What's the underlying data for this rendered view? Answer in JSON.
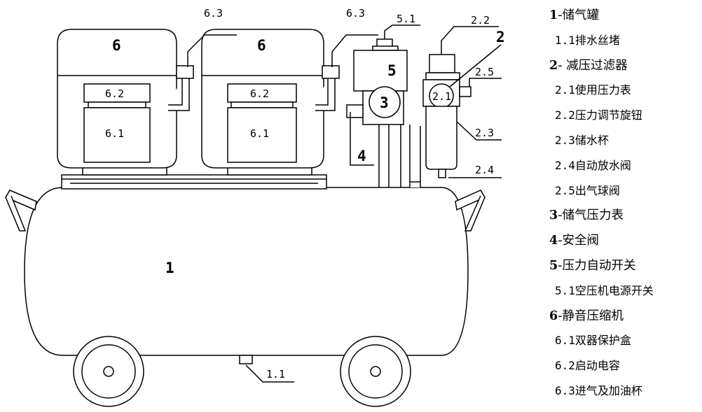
{
  "callouts": {
    "c63a": "6.3",
    "c63b": "6.3",
    "c51": "5.1",
    "c22": "2.2",
    "c2": "2",
    "c25": "2.5",
    "c23": "2.3",
    "c24": "2.4",
    "c11": "1.1"
  },
  "parts": {
    "comp_a_label": "6",
    "comp_b_label": "6",
    "cap_a": "6.2",
    "cap_b": "6.2",
    "box_a": "6.1",
    "box_b": "6.1",
    "switch": "5",
    "tank_gauge": "3",
    "valve": "4",
    "reg_gauge": "2.1",
    "tank": "1"
  },
  "legend": [
    {
      "num": "1",
      "sep": "-",
      "text": "储气罐",
      "level": "main"
    },
    {
      "num": "1.1",
      "sep": "",
      "text": "排水丝堵",
      "level": "sub"
    },
    {
      "num": "2",
      "sep": "- ",
      "text": "减压过滤器",
      "level": "main"
    },
    {
      "num": "2.1",
      "sep": "",
      "text": "使用压力表",
      "level": "sub"
    },
    {
      "num": "2.2",
      "sep": "",
      "text": "压力调节旋钮",
      "level": "sub"
    },
    {
      "num": "2.3",
      "sep": "",
      "text": "储水杯",
      "level": "sub"
    },
    {
      "num": "2.4",
      "sep": "",
      "text": "自动放水阀",
      "level": "sub"
    },
    {
      "num": "2.5",
      "sep": "",
      "text": "出气球阀",
      "level": "sub"
    },
    {
      "num": "3",
      "sep": "-",
      "text": "储气压力表",
      "level": "main"
    },
    {
      "num": "4",
      "sep": "-",
      "text": "安全阀",
      "level": "main"
    },
    {
      "num": "5",
      "sep": "-",
      "text": "压力自动开关",
      "level": "main"
    },
    {
      "num": "5.1",
      "sep": "",
      "text": "空压机电源开关",
      "level": "sub"
    },
    {
      "num": "6",
      "sep": "-",
      "text": "静音压缩机",
      "level": "main"
    },
    {
      "num": "6.1",
      "sep": "",
      "text": "双器保护盒",
      "level": "sub"
    },
    {
      "num": "6.2",
      "sep": "",
      "text": "启动电容",
      "level": "sub"
    },
    {
      "num": "6.3",
      "sep": "",
      "text": "进气及加油杯",
      "level": "sub"
    }
  ]
}
